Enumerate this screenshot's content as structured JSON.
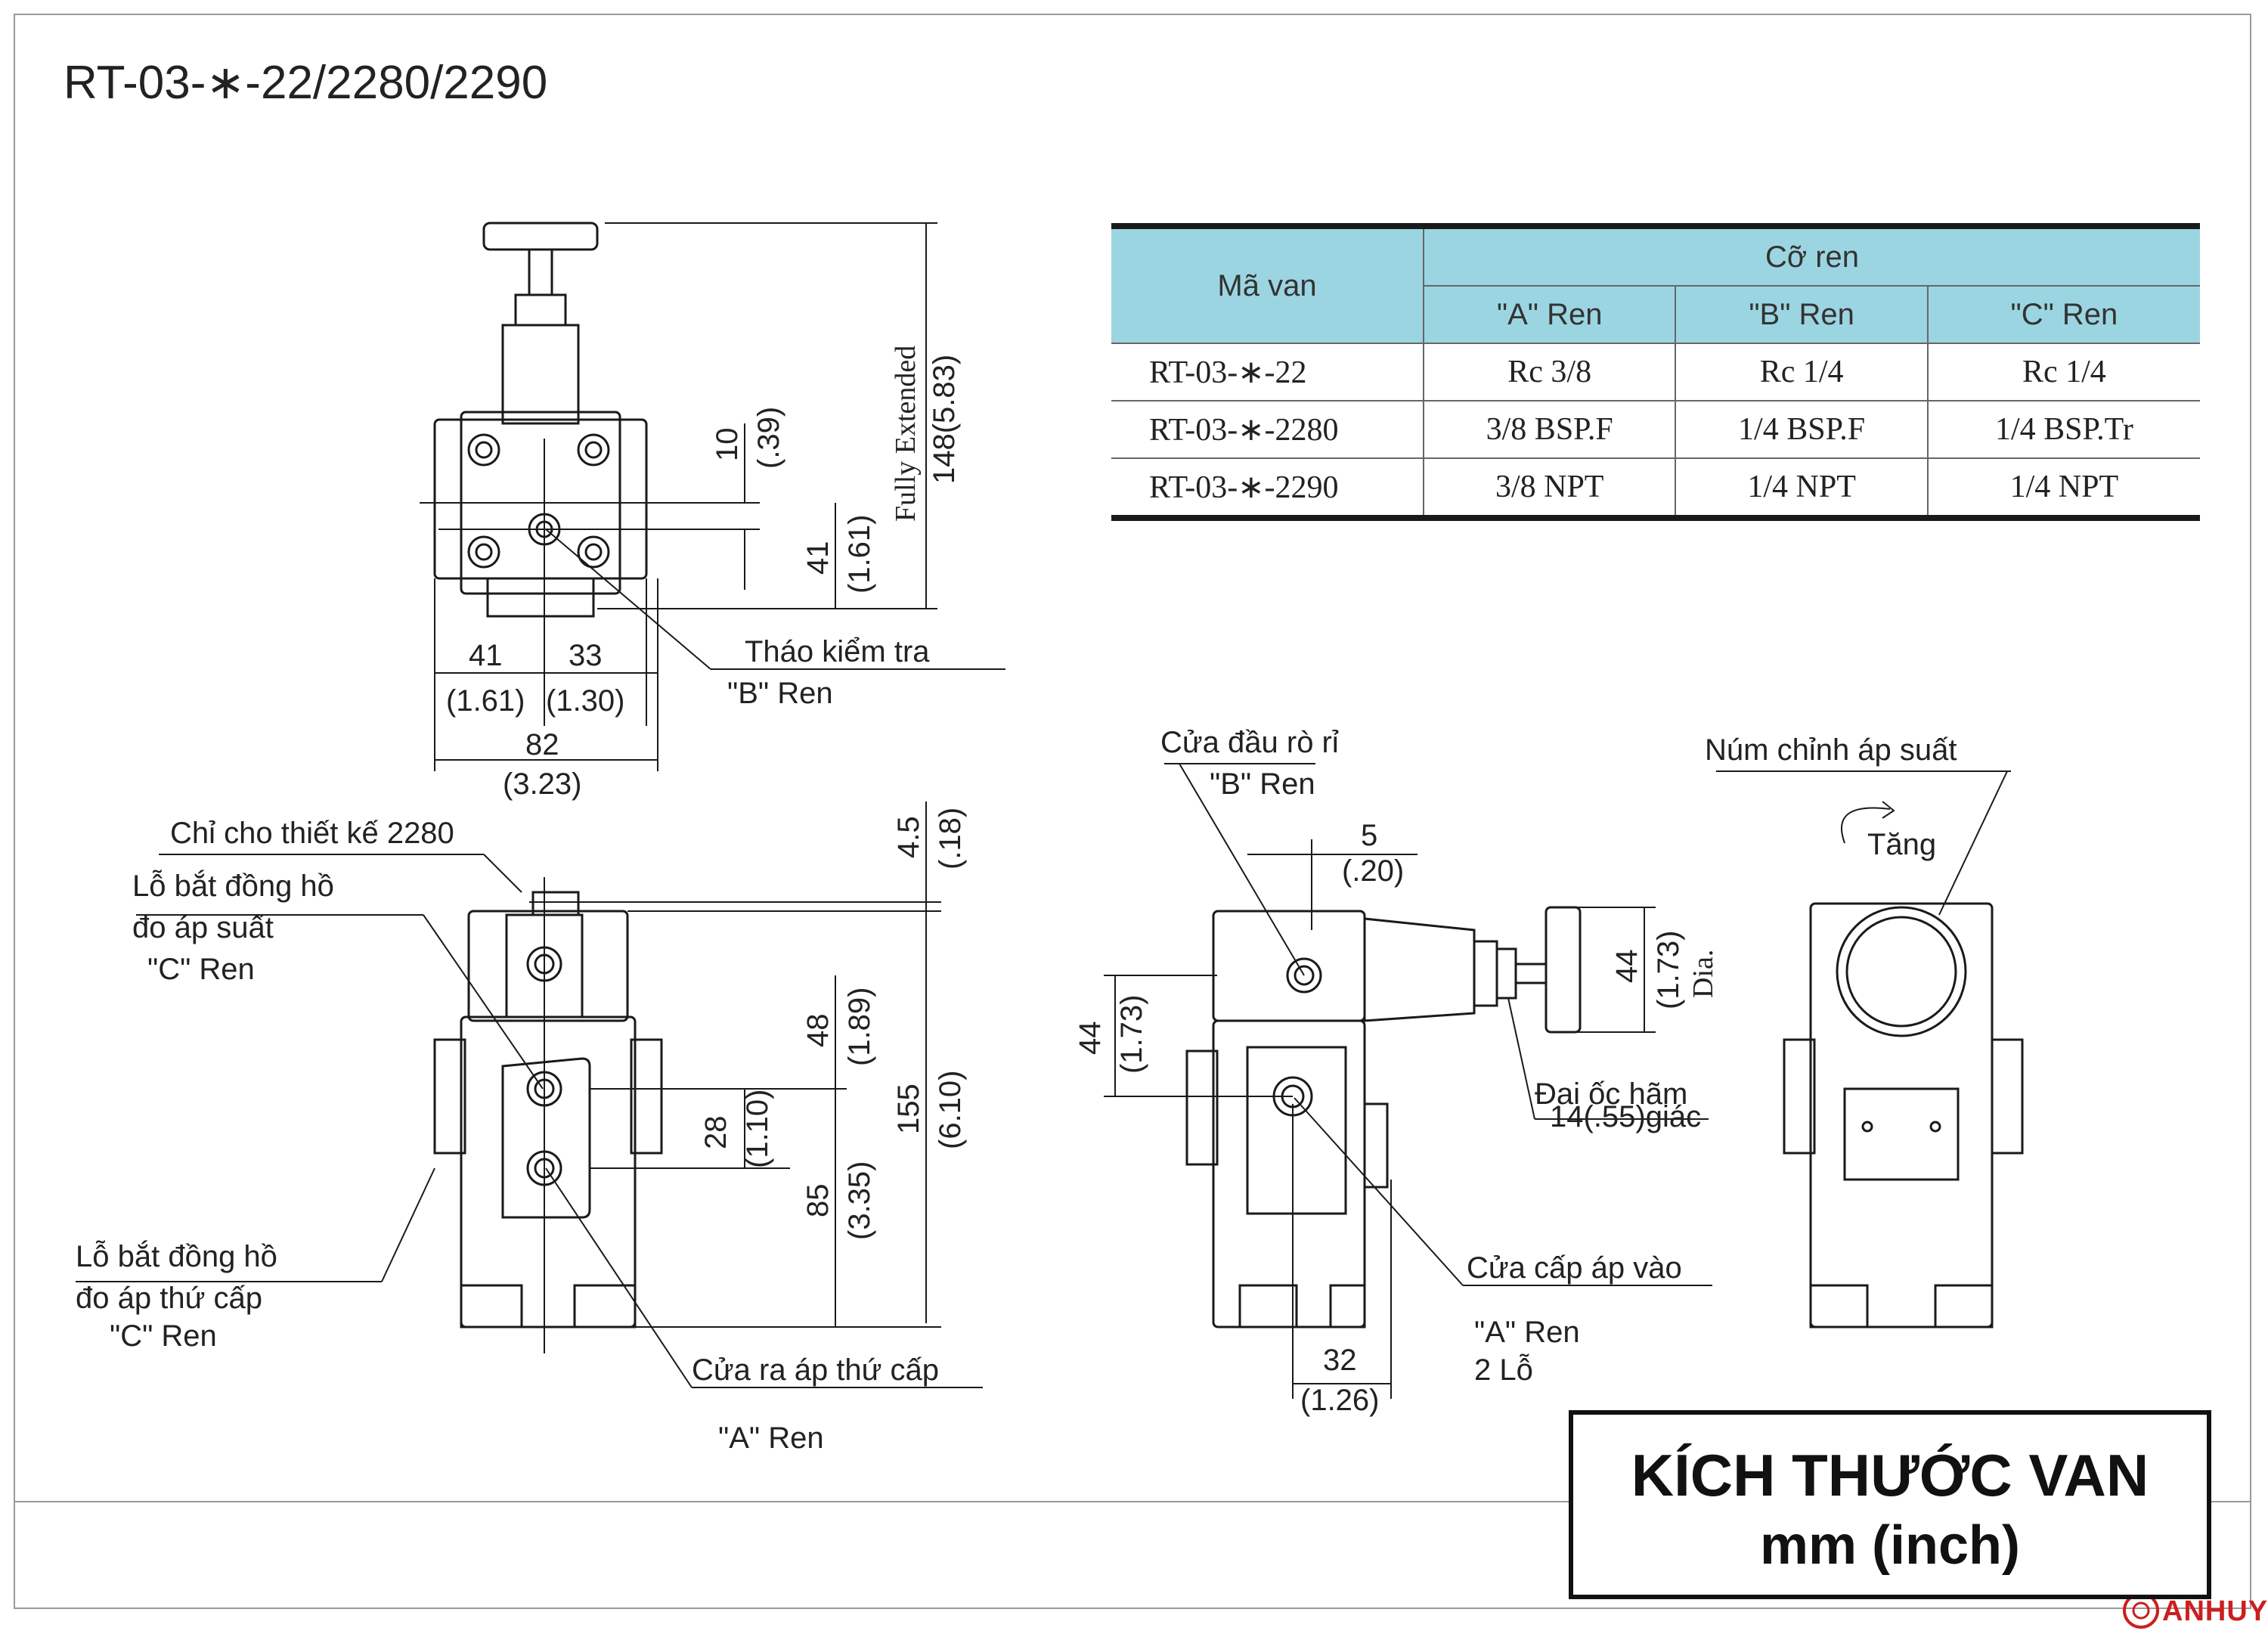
{
  "title": "RT-03-∗-22/2280/2290",
  "thread_table": {
    "model_header": "Mã van",
    "group_header": "Cỡ ren",
    "col_a": "\"A\" Ren",
    "col_b": "\"B\" Ren",
    "col_c": "\"C\" Ren",
    "rows": [
      {
        "model": "RT-03-∗-22",
        "a": "Rc 3/8",
        "b": "Rc 1/4",
        "c": "Rc 1/4"
      },
      {
        "model": "RT-03-∗-2280",
        "a": "3/8 BSP.F",
        "b": "1/4 BSP.F",
        "c": "1/4 BSP.Tr"
      },
      {
        "model": "RT-03-∗-2290",
        "a": "3/8 NPT",
        "b": "1/4 NPT",
        "c": "1/4 NPT"
      }
    ]
  },
  "top_view": {
    "dim_fully_extended": "Fully Extended",
    "dim_148": "148(5.83)",
    "dim_10": "10",
    "dim_039": "(.39)",
    "dim_41v": "41",
    "dim_161v": "(1.61)",
    "dim_41": "41",
    "dim_161": "(1.61)",
    "dim_33": "33",
    "dim_130": "(1.30)",
    "dim_82": "82",
    "dim_323": "(3.23)",
    "check_plug": "Tháo kiểm tra",
    "b_thread": "\"B\" Ren"
  },
  "front_view": {
    "only_2280": "Chỉ cho thiết kế 2280",
    "gauge_hole_1": "Lỗ bắt đồng hồ",
    "gauge_hole_2": "đo áp suất",
    "gauge_c": "\"C\" Ren",
    "secondary_gauge_1": "Lỗ bắt đồng hồ",
    "secondary_gauge_2": "đo áp thứ cấp",
    "secondary_c": "\"C\" Ren",
    "outlet": "Cửa ra áp thứ cấp",
    "outlet_a": "\"A\" Ren",
    "dim_45": "4.5",
    "dim_018": "(.18)",
    "dim_48": "48",
    "dim_189": "(1.89)",
    "dim_28": "28",
    "dim_110": "(1.10)",
    "dim_85": "85",
    "dim_335": "(3.35)",
    "dim_155": "155",
    "dim_610": "(6.10)"
  },
  "side_view": {
    "drain_port": "Cửa đầu rò rỉ",
    "drain_b": "\"B\" Ren",
    "dim_5": "5",
    "dim_020": "(.20)",
    "dim_44l": "44",
    "dim_173l": "(1.73)",
    "dim_44": "44",
    "dim_173": "(1.73)",
    "dia": "Dia.",
    "lock_nut_1": "Đai ốc hãm",
    "lock_nut_2": "14(.55)giác",
    "inlet": "Cửa cấp áp vào",
    "inlet_a": "\"A\" Ren",
    "inlet_holes": "2  Lỗ",
    "dim_32": "32",
    "dim_126": "(1.26)"
  },
  "back_view": {
    "knob": "Núm chỉnh áp suất",
    "increase": "Tăng"
  },
  "dimension_box": {
    "title": "KÍCH THƯỚC VAN",
    "unit": "mm (inch)"
  },
  "logo": "ANHUY",
  "colors": {
    "table_header": "#9cd5e2",
    "line": "#1a1a1a",
    "logo": "#cc1f1f"
  }
}
